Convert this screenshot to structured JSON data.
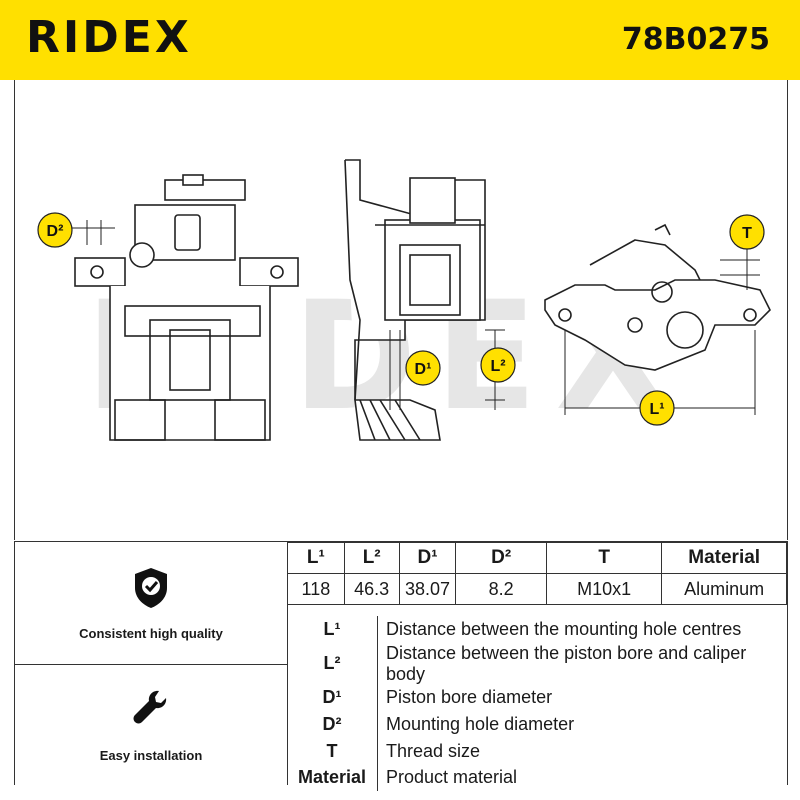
{
  "header": {
    "brand": "RIDEX",
    "part_number": "78B0275",
    "accent_color": "#ffe000"
  },
  "drawing": {
    "watermark": "RIDEX",
    "callouts": {
      "d2": "D²",
      "d1": "D¹",
      "l2": "L²",
      "t": "T",
      "l1": "L¹"
    }
  },
  "features": [
    {
      "label": "Consistent high quality",
      "icon": "shield-check-icon"
    },
    {
      "label": "Easy installation",
      "icon": "wrench-icon"
    }
  ],
  "specs": {
    "headers": [
      "L¹",
      "L²",
      "D¹",
      "D²",
      "T",
      "Material"
    ],
    "values": [
      "118",
      "46.3",
      "38.07",
      "8.2",
      "M10x1",
      "Aluminum"
    ]
  },
  "legend": [
    {
      "symbol": "L¹",
      "description": "Distance between the mounting hole centres"
    },
    {
      "symbol": "L²",
      "description": "Distance between the piston bore and caliper body"
    },
    {
      "symbol": "D¹",
      "description": "Piston bore diameter"
    },
    {
      "symbol": "D²",
      "description": "Mounting hole diameter"
    },
    {
      "symbol": "T",
      "description": "Thread size"
    },
    {
      "symbol": "Material",
      "description": "Product material"
    }
  ]
}
